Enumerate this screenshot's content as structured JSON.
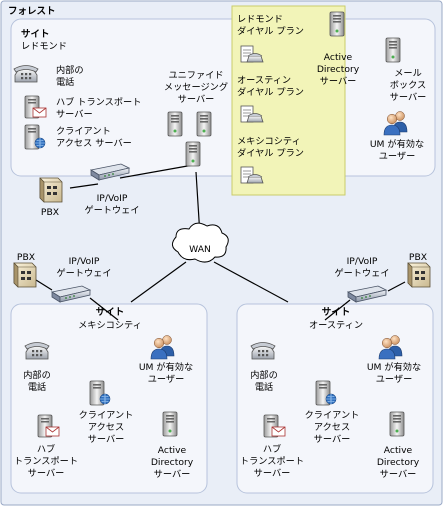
{
  "forest": {
    "title": "フォレスト"
  },
  "colors": {
    "forest_bg": "#e9eef7",
    "site_bg": "#f4f6fb",
    "site_border": "#b7c3dc",
    "highlight": "#f2f4b8",
    "highlight_border": "#c9cc6a",
    "link": "#000000"
  },
  "redmond": {
    "site_label": "サイト",
    "site_name": "レドモンド",
    "phone": [
      "内部の",
      "電話"
    ],
    "hub": [
      "ハブ トランスポート",
      "サーバー"
    ],
    "cas": [
      "クライアント",
      "アクセス サーバー"
    ],
    "um": [
      "ユニファイド",
      "メッセージング",
      "サーバー"
    ],
    "dialplans": [
      [
        "レドモンド",
        "ダイヤル プラン"
      ],
      [
        "オースティン",
        "ダイヤル プラン"
      ],
      [
        "メキシコシティ",
        "ダイヤル プラン"
      ]
    ],
    "ad": [
      "Active",
      "Directory",
      "サーバー"
    ],
    "mailbox": [
      "メール",
      "ボックス",
      "サーバー"
    ],
    "um_users": [
      "UM が有効な",
      "ユーザー"
    ],
    "pbx": "PBX",
    "gateway": [
      "IP/VoIP",
      "ゲートウェイ"
    ]
  },
  "wan": {
    "label": "WAN"
  },
  "mexico": {
    "pbx": "PBX",
    "gateway": [
      "IP/VoIP",
      "ゲートウェイ"
    ],
    "site_label": "サイト",
    "site_name": "メキシコシティ",
    "phone": [
      "内部の",
      "電話"
    ],
    "um_users": [
      "UM が有効な",
      "ユーザー"
    ],
    "cas": [
      "クライアント",
      "アクセス",
      "サーバー"
    ],
    "hub": [
      "ハブ",
      "トランスポート",
      "サーバー"
    ],
    "ad": [
      "Active",
      "Directory",
      "サーバー"
    ]
  },
  "austin": {
    "pbx": "PBX",
    "gateway": [
      "IP/VoIP",
      "ゲートウェイ"
    ],
    "site_label": "サイト",
    "site_name": "オースティン",
    "phone": [
      "内部の",
      "電話"
    ],
    "um_users": [
      "UM が有効な",
      "ユーザー"
    ],
    "cas": [
      "クライアント",
      "アクセス",
      "サーバー"
    ],
    "hub": [
      "ハブ",
      "トランスポート",
      "サーバー"
    ],
    "ad": [
      "Active",
      "Directory",
      "サーバー"
    ]
  }
}
